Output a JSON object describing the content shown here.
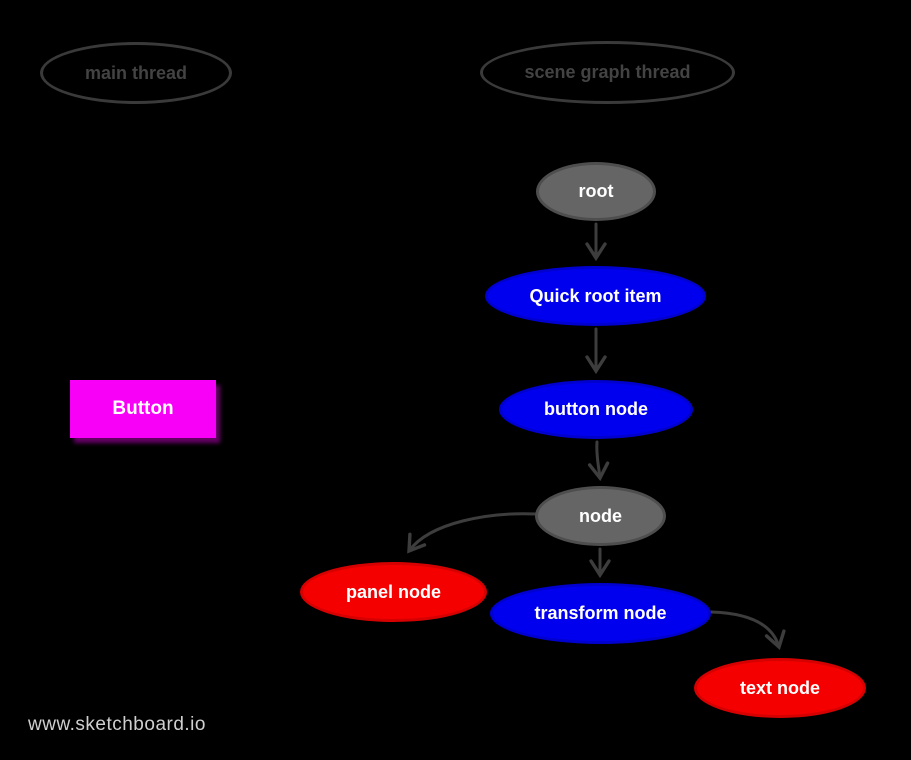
{
  "watermark": "www.sketchboard.io",
  "diagram": {
    "lanes": [
      {
        "id": "main-thread",
        "label": "main thread"
      },
      {
        "id": "scene-graph-thread",
        "label": "scene graph thread"
      }
    ],
    "nodes": {
      "button": {
        "label": "Button",
        "shape": "rectangle",
        "color": "#f800f8"
      },
      "root": {
        "label": "root",
        "shape": "ellipse",
        "color": "#656565"
      },
      "quick_root_item": {
        "label": "Quick root item",
        "shape": "ellipse",
        "color": "#0000ee"
      },
      "button_node": {
        "label": "button node",
        "shape": "ellipse",
        "color": "#0000ee"
      },
      "node": {
        "label": "node",
        "shape": "ellipse",
        "color": "#656565"
      },
      "panel_node": {
        "label": "panel node",
        "shape": "ellipse",
        "color": "#f40000"
      },
      "transform_node": {
        "label": "transform node",
        "shape": "ellipse",
        "color": "#0000ee"
      },
      "text_node": {
        "label": "text node",
        "shape": "ellipse",
        "color": "#f40000"
      }
    },
    "edges": [
      {
        "from": "root",
        "to": "quick_root_item"
      },
      {
        "from": "quick_root_item",
        "to": "button_node"
      },
      {
        "from": "button_node",
        "to": "node"
      },
      {
        "from": "node",
        "to": "panel_node"
      },
      {
        "from": "node",
        "to": "transform_node"
      },
      {
        "from": "transform_node",
        "to": "text_node"
      }
    ],
    "colors": {
      "background": "#000000",
      "edge": "#3d3d3d",
      "lane_outline": "#3a3a3a",
      "lane_text": "#434343",
      "node_text": "#ffffff"
    }
  }
}
